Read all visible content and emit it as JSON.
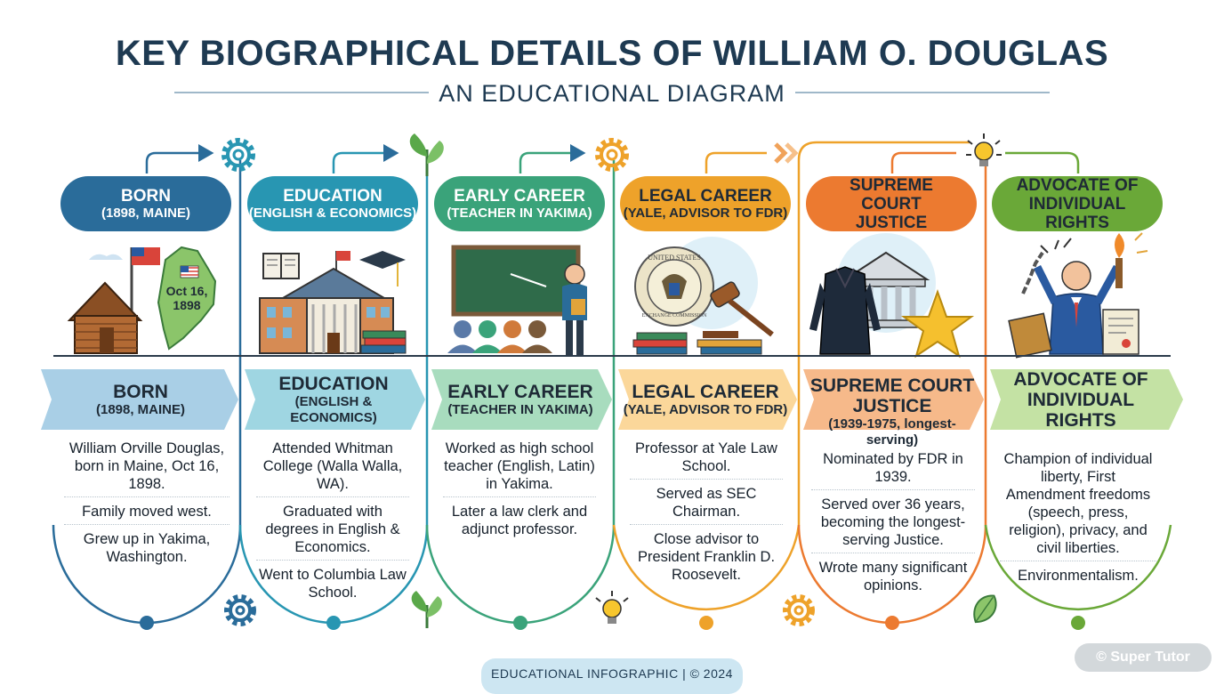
{
  "title": "KEY BIOGRAPHICAL DETAILS OF WILLIAM O. DOUGLAS",
  "subtitle": "AN EDUCATIONAL DIAGRAM",
  "colors": {
    "born": "#2a6c9a",
    "education": "#2896b2",
    "early_career": "#3aa37a",
    "legal_career": "#eea22a",
    "supreme_court": "#ec7a30",
    "advocate": "#6aa838"
  },
  "stages": [
    {
      "pill_title": "BORN",
      "pill_sub": "(1898, MAINE)",
      "band_title": "BORN",
      "band_sub": "(1898, MAINE)",
      "bullets": [
        "William Orville Douglas, born in Maine, Oct 16, 1898.",
        "Family moved west.",
        "Grew up in Yakima, Washington."
      ],
      "illustration": "log-cabin-flag-maine-map",
      "map_label_line1": "Oct 16,",
      "map_label_line2": "1898"
    },
    {
      "pill_title": "EDUCATION",
      "pill_sub": "(ENGLISH & ECONOMICS)",
      "band_title": "EDUCATION",
      "band_sub": "(ENGLISH & ECONOMICS)",
      "bullets": [
        "Attended Whitman College (Walla Walla, WA).",
        "Graduated with degrees in English & Economics.",
        "Went to Columbia Law School."
      ],
      "illustration": "college-building-books-graduation-cap"
    },
    {
      "pill_title": "EARLY CAREER",
      "pill_sub": "(TEACHER IN YAKIMA)",
      "band_title": "EARLY CAREER",
      "band_sub": "(TEACHER IN YAKIMA)",
      "bullets": [
        "Worked as high school teacher (English, Latin) in Yakima.",
        "Later a law clerk and adjunct professor."
      ],
      "illustration": "teacher-chalkboard-students"
    },
    {
      "pill_title": "LEGAL CAREER",
      "pill_sub": "(YALE, ADVISOR TO FDR)",
      "band_title": "LEGAL CAREER",
      "band_sub": "(YALE, ADVISOR TO FDR)",
      "bullets": [
        "Professor at Yale Law School.",
        "Served as SEC Chairman.",
        "Close advisor to President Franklin D. Roosevelt."
      ],
      "illustration": "seal-gavel-books",
      "seal_text_top": "UNITED STATES",
      "seal_text_bottom": "EXCHANGE COMMISSION"
    },
    {
      "pill_title": "SUPREME COURT JUSTICE",
      "pill_sub": "",
      "band_title": "SUPREME COURT JUSTICE",
      "band_sub": "(1939-1975, longest-serving)",
      "bullets": [
        "Nominated by FDR in 1939.",
        "Served over 36 years, becoming the longest-serving Justice.",
        "Wrote many significant opinions."
      ],
      "illustration": "robe-courthouse-star"
    },
    {
      "pill_title": "ADVOCATE OF INDIVIDUAL RIGHTS",
      "pill_sub": "",
      "band_title": "ADVOCATE OF INDIVIDUAL RIGHTS",
      "band_sub": "",
      "bullets": [
        "Champion of individual liberty, First Amendment freedoms (speech, press, religion), privacy, and civil liberties.",
        "Environmentalism."
      ],
      "illustration": "person-broken-chains-torch"
    }
  ],
  "decor_icons": [
    "gear-icon",
    "leaf-icon",
    "gear-icon",
    "chevrons-icon",
    "lightbulb-icon",
    "gear-icon",
    "leaf-icon",
    "lightbulb-icon",
    "gear-icon",
    "leaf-icon"
  ],
  "footer": "EDUCATIONAL INFOGRAPHIC | © 2024",
  "watermark": "© Super Tutor"
}
